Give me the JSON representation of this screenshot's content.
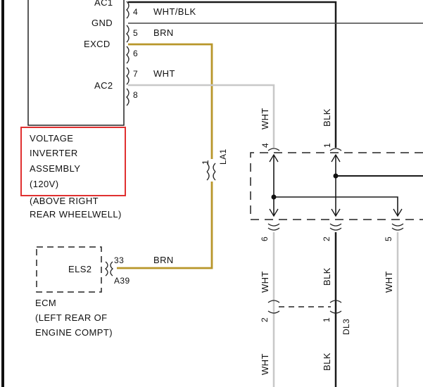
{
  "colors": {
    "black_wire": "#1a1a1a",
    "gray_wire": "#444444",
    "brown_wire": "#b8962a",
    "white_wire": "#c8c8c8",
    "highlight_box": "#e03030"
  },
  "inverter": {
    "pins": [
      {
        "label": "AC1",
        "num": ""
      },
      {
        "label": "GND",
        "num": "4"
      },
      {
        "label": "EXCD",
        "num": "5"
      },
      {
        "label": "",
        "num": "6"
      },
      {
        "label": "AC2",
        "num": "7"
      },
      {
        "label": "",
        "num": "8"
      }
    ],
    "wires": {
      "gnd": "WHT/BLK",
      "excd": "BRN",
      "ac2": "WHT"
    },
    "name_lines": [
      "VOLTAGE",
      "INVERTER",
      "ASSEMBLY",
      "(120V)"
    ],
    "location_lines": [
      "(ABOVE RIGHT",
      "REAR WHEELWELL)"
    ]
  },
  "connector_la1": {
    "pin": "1",
    "name": "LA1"
  },
  "ecm": {
    "pin_label": "ELS2",
    "pin_num": "33",
    "connector": "A39",
    "wire": "BRN",
    "lines": [
      "ECM",
      "(LEFT REAR OF",
      "ENGINE COMPT)"
    ]
  },
  "right_side": {
    "top_wht": "WHT",
    "top_blk": "BLK",
    "conn_top_left_pin": "4",
    "conn_top_right_pin": "1",
    "mid_wht_pin": "6",
    "mid_blk_pin": "2",
    "mid_right_pin": "5",
    "mid_wht": "WHT",
    "mid_blk": "BLK",
    "mid_right_wht": "WHT",
    "low_wht_pin": "2",
    "low_blk_pin": "1",
    "dl3": "DL3",
    "bottom_wht": "WHT",
    "bottom_blk": "BLK"
  }
}
